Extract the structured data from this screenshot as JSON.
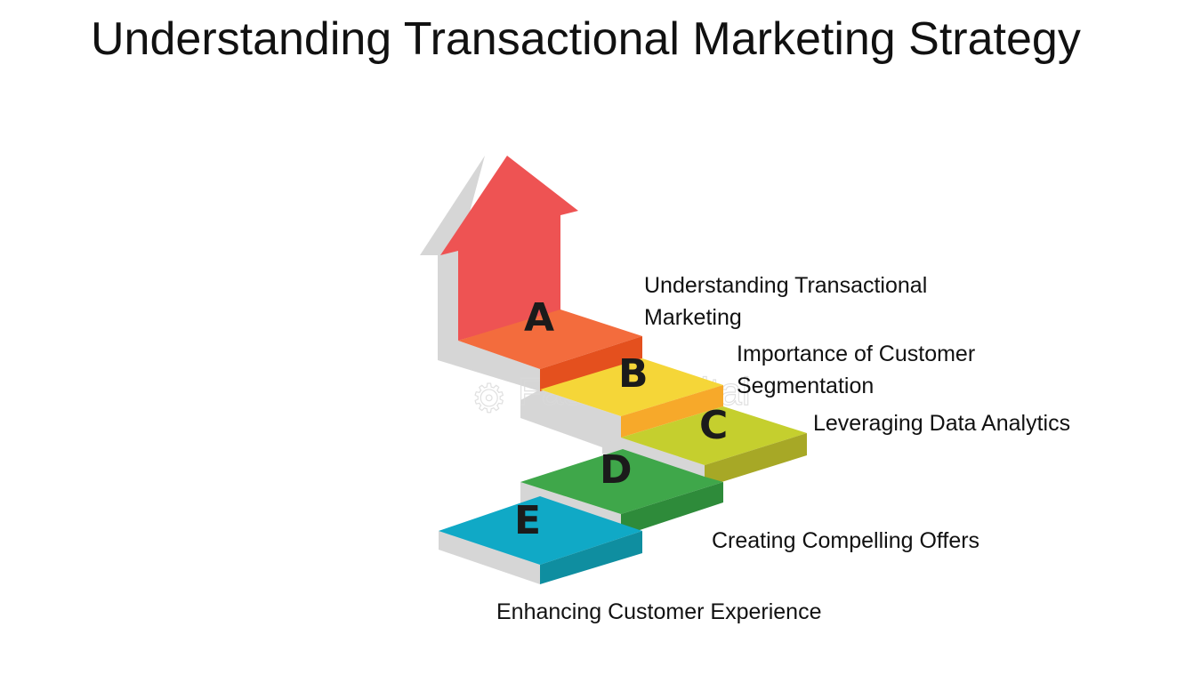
{
  "title": "Understanding Transactional Marketing Strategy",
  "watermark": "FasterCapital",
  "steps": [
    {
      "letter": "A",
      "label_line1": "Understanding Transactional",
      "label_line2": "Marketing",
      "color": "#f36c3d",
      "front_color": "#e4501e"
    },
    {
      "letter": "B",
      "label_line1": "Importance of Customer",
      "label_line2": "Segmentation",
      "color": "#f5d638",
      "front_color": "#f7a92a"
    },
    {
      "letter": "C",
      "label_line1": "Leveraging Data Analytics",
      "color": "#c5cf2e",
      "front_color": "#a7a826"
    },
    {
      "letter": "D",
      "label_line1": "Creating Compelling Offers",
      "color": "#3fa74a",
      "front_color": "#2e8b3a"
    },
    {
      "letter": "E",
      "label_line1": "Enhancing Customer Experience",
      "color": "#10a9c6",
      "front_color": "#0f8ea0"
    }
  ],
  "arrow_color": "#ee5353",
  "side_color": "#d6d6d6"
}
